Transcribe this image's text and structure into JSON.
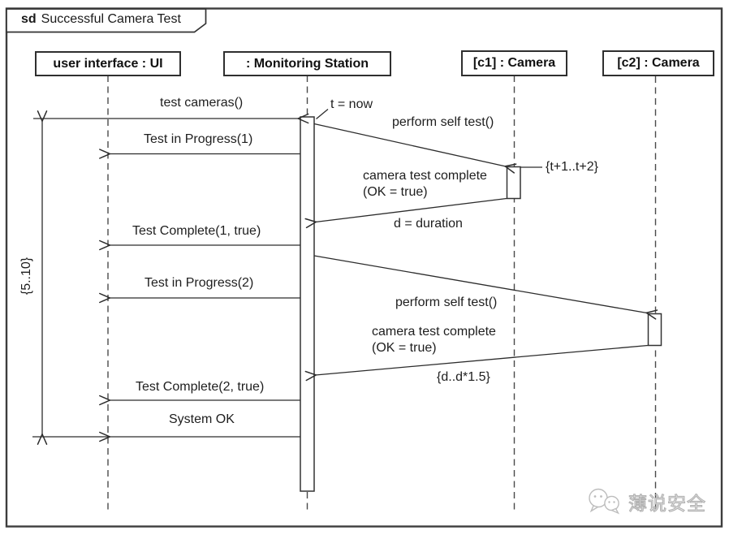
{
  "frame": {
    "keyword": "sd",
    "title": "Successful Camera Test"
  },
  "participants": [
    {
      "name": "user-interface",
      "label": "user interface : UI"
    },
    {
      "name": "monitoring-station",
      "label": ": Monitoring Station"
    },
    {
      "name": "camera-c1",
      "label": "[c1] : Camera"
    },
    {
      "name": "camera-c2",
      "label": "[c2] : Camera"
    }
  ],
  "messages": [
    {
      "label": "test cameras()"
    },
    {
      "label": "Test in Progress(1)"
    },
    {
      "label": "perform self test()"
    },
    {
      "label": "camera test complete\n(OK = true)"
    },
    {
      "label": "Test Complete(1, true)"
    },
    {
      "label": "Test in Progress(2)"
    },
    {
      "label": "perform self test()"
    },
    {
      "label": "camera test complete\n(OK = true)"
    },
    {
      "label": "Test Complete(2, true)"
    },
    {
      "label": "System OK"
    }
  ],
  "annotations": {
    "time_observation": "t = now",
    "c1_time_constraint": "{t+1..t+2}",
    "duration_observation": "d = duration",
    "c2_duration_constraint": "{d..d*1.5}",
    "ui_duration_constraint": "{5..10}"
  },
  "watermark": {
    "text": "薄说安全",
    "icon": "chat-bubbles-icon"
  },
  "colors": {
    "line": "#2c2c2c",
    "text": "#1e1e1e",
    "background": "#ffffff",
    "watermark": "#bdbdbd"
  }
}
